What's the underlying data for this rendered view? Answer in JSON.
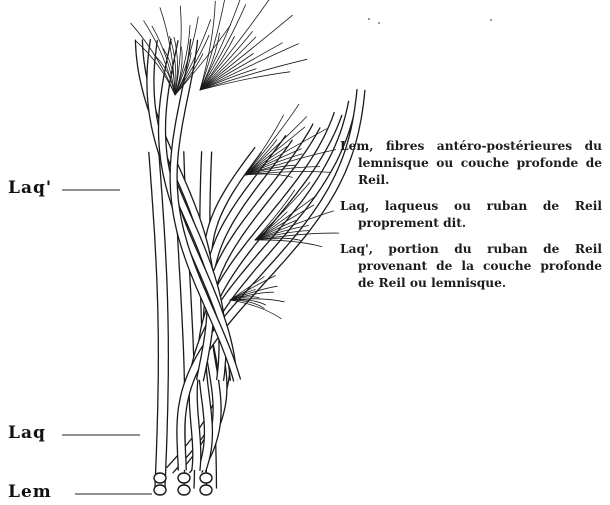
{
  "labels": {
    "laq_prime": "Laq'",
    "laq": "Laq",
    "lem": "Lem"
  },
  "legend": [
    {
      "text": "Lem, fibres antéro-postérieures du lemnisque ou couche profonde de Reil."
    },
    {
      "text": "Laq, laqueus ou ruban de Reil proprement dit."
    },
    {
      "text": "Laq', portion du ruban de Reil provenant de la couche profonde de Reil ou lemnisque."
    }
  ],
  "colors": {
    "ink": "#1a1a1a",
    "background": "#ffffff"
  }
}
